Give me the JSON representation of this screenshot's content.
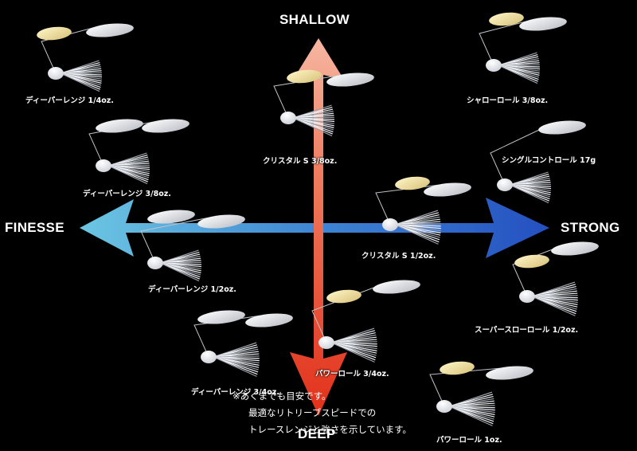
{
  "axes": {
    "top": "SHALLOW",
    "bottom": "DEEP",
    "left": "FINESSE",
    "right": "STRONG"
  },
  "lures": [
    {
      "name": "ディーパーレンジ 1/4oz."
    },
    {
      "name": "ディーパーレンジ 3/8oz."
    },
    {
      "name": "ディーパーレンジ 1/2oz."
    },
    {
      "name": "ディーパーレンジ 3/4oz."
    },
    {
      "name": "クリスタル S 3/8oz."
    },
    {
      "name": "クリスタル S 1/2oz."
    },
    {
      "name": "パワーロール 3/4oz."
    },
    {
      "name": "パワーロール 1oz."
    },
    {
      "name": "シャローロール 3/8oz."
    },
    {
      "name": "シングルコントロール 17g"
    },
    {
      "name": "スーパースローロール 1/2oz."
    }
  ],
  "note": {
    "line1": "※あくまでも目安です。",
    "line2": "最適なリトリーブスピードでの",
    "line3": "トレースレンジと強さを示しています。"
  },
  "colors": {
    "background": "#000000",
    "shallow_arrow": "#f4a08a",
    "deep_arrow": "#e8341c",
    "finesse_arrow": "#5ab8d8",
    "strong_arrow": "#2a5fc8"
  }
}
